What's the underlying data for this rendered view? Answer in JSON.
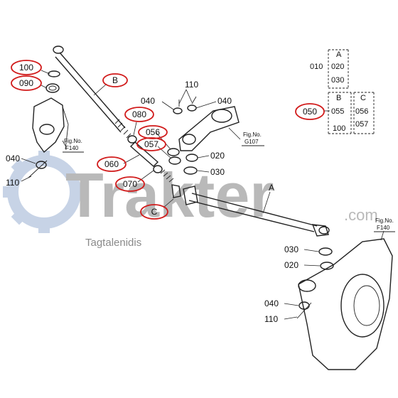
{
  "watermark": {
    "brand": "Trakter",
    "suffix": ".com",
    "tagline": "Tagtalenidis",
    "color": "#b9b9b9",
    "gear_color": "#c7d3e6"
  },
  "highlight_color": "#d11a1a",
  "callouts": {
    "c100": "100",
    "c090": "090",
    "cB": "B",
    "c080": "080",
    "c056": "056",
    "c057": "057",
    "c060": "060",
    "c070": "070",
    "cC": "C",
    "c050": "050"
  },
  "labels": {
    "l040_left": "040",
    "l110_left": "110",
    "fig_left": "Fig.No.",
    "fig_left_num": "F140",
    "l110_top": "110",
    "l040_mid": "040",
    "l040_right": "040",
    "fig_mid": "Fig.No.",
    "fig_mid_num": "G107",
    "l020_mid": "020",
    "l030_mid": "030",
    "lA": "A",
    "fig_right": "Fig.No.",
    "fig_right_num": "F140",
    "l030_right": "030",
    "l020_right": "020",
    "l040_bottom": "040",
    "l110_bottom": "110"
  },
  "legend": {
    "a_head": "A",
    "a_010": "010",
    "a_020": "020",
    "a_030": "030",
    "b_head": "B",
    "b_055": "055",
    "b_100": "100",
    "c_head": "C",
    "c_056": "056",
    "c_057": "057"
  }
}
